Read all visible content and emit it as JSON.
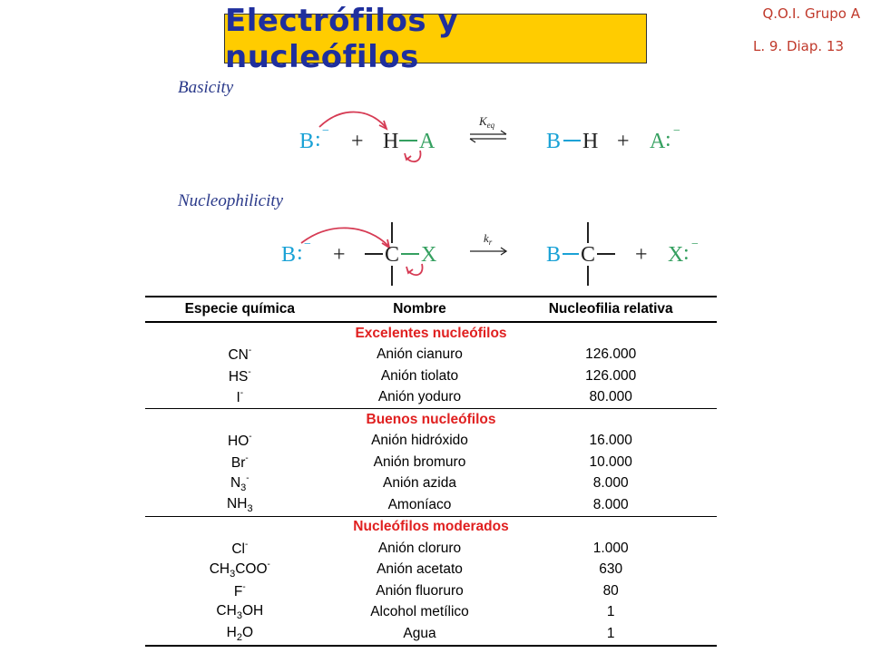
{
  "header": {
    "title": "Electrófilos y nucleófilos",
    "corner_line1": "Q.O.I. Grupo A",
    "corner_line2": "L. 9. Diap. 13",
    "title_bg": "#ffcc00",
    "title_color": "#1f2f9e",
    "corner_color": "#c0392b"
  },
  "basicity": {
    "label": "Basicity",
    "base": "B",
    "lone_pair": ":",
    "charge": "−",
    "plus": "+",
    "h": "H",
    "a": "A",
    "k_label": "K",
    "k_sub": "eq",
    "prod_b": "B",
    "prod_h": "H",
    "prod_a": "A"
  },
  "nucleophilicity": {
    "label": "Nucleophilicity",
    "base": "B",
    "lone_pair": ":",
    "charge": "−",
    "plus": "+",
    "c": "C",
    "x": "X",
    "k_label": "k",
    "k_sub": "r",
    "prod_b": "B",
    "prod_c": "C",
    "prod_x": "X"
  },
  "table": {
    "headers": [
      "Especie química",
      "Nombre",
      "Nucleofilia relativa"
    ],
    "groups": [
      {
        "category": "Excelentes nucleófilos",
        "rows": [
          {
            "species": "CN",
            "charge": "-",
            "name": "Anión cianuro",
            "value": "126.000"
          },
          {
            "species": "HS",
            "charge": "-",
            "name": "Anión tiolato",
            "value": "126.000"
          },
          {
            "species": "I",
            "charge": "-",
            "name": "Anión yoduro",
            "value": "80.000"
          }
        ]
      },
      {
        "category": "Buenos nucleófilos",
        "rows": [
          {
            "species": "HO",
            "charge": "-",
            "name": "Anión hidróxido",
            "value": "16.000"
          },
          {
            "species": "Br",
            "charge": "-",
            "name": "Anión bromuro",
            "value": "10.000"
          },
          {
            "species": "N",
            "sub": "3",
            "charge": "-",
            "name": "Anión azida",
            "value": "8.000"
          },
          {
            "species": "NH",
            "sub": "3",
            "name": "Amoníaco",
            "value": "8.000"
          }
        ]
      },
      {
        "category": "Nucleófilos moderados",
        "rows": [
          {
            "species": "Cl",
            "charge": "-",
            "name": "Anión cloruro",
            "value": "1.000"
          },
          {
            "species": "CH",
            "sub": "3",
            "species2": "COO",
            "charge": "-",
            "name": "Anión acetato",
            "value": "630"
          },
          {
            "species": "F",
            "charge": "-",
            "name": "Anión fluoruro",
            "value": "80"
          },
          {
            "species": "CH",
            "sub": "3",
            "species2": "OH",
            "name": "Alcohol metílico",
            "value": "1"
          },
          {
            "species": "H",
            "sub": "2",
            "species2": "O",
            "name": "Agua",
            "value": "1"
          }
        ]
      }
    ]
  }
}
